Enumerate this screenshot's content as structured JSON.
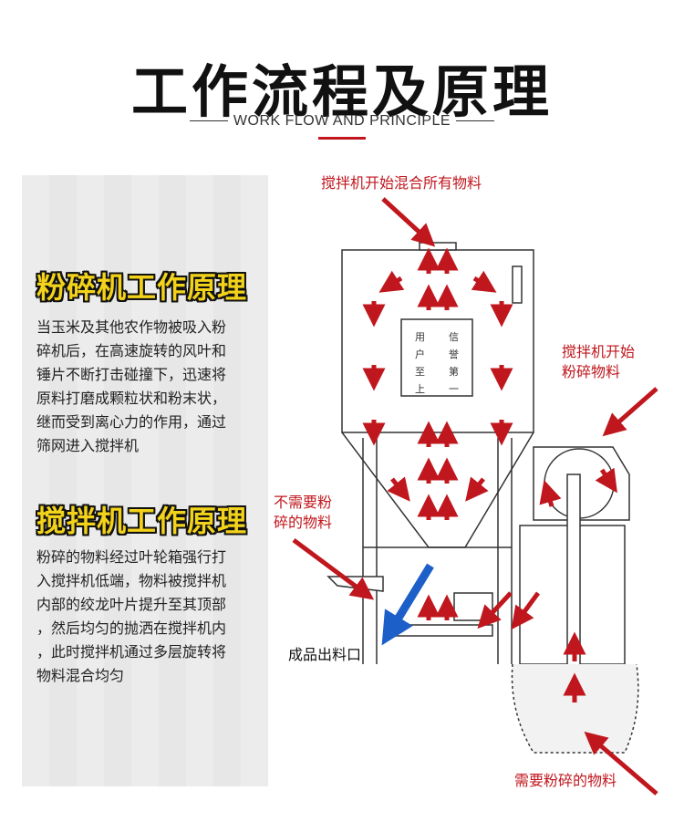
{
  "header": {
    "title": "工作流程及原理",
    "subtitle": "WORK FLOW AND PRINCIPLE"
  },
  "left_panel": {
    "section1": {
      "heading": "粉碎机工作原理",
      "lines": [
        "当玉米及其他农作物被吸入粉",
        "碎机后，在高速旋转的风叶和",
        "锤片不断打击碰撞下，迅速将",
        "原料打磨成颗粒状和粉末状，",
        "继而受到离心力的作用，通过",
        "筛网进入搅拌机"
      ]
    },
    "section2": {
      "heading": "搅拌机工作原理",
      "lines": [
        "粉碎的物料经过叶轮箱强行打",
        "入搅拌机低端，物料被搅拌机",
        "内部的绞龙叶片提升至其顶部",
        "，然后均匀的抛洒在搅拌机内",
        "，此时搅拌机通过多层旋转将",
        "物料混合均匀"
      ]
    }
  },
  "diagram": {
    "labels": {
      "mix_all": "搅拌机开始混合所有物料",
      "start_crush_1": "搅拌机开始",
      "start_crush_2": "粉碎物料",
      "no_crush_1": "不需要粉",
      "no_crush_2": "碎的物料",
      "outlet": "成品出料口",
      "need_crush": "需要粉碎的物料"
    },
    "plate": {
      "col1": [
        "用",
        "户",
        "至",
        "上"
      ],
      "col2": [
        "信",
        "誉",
        "第",
        "一"
      ]
    },
    "colors": {
      "accent_red": "#c0171e",
      "arrow_blue": "#1d5fc8",
      "heading_yellow": "#f2d21a"
    }
  }
}
